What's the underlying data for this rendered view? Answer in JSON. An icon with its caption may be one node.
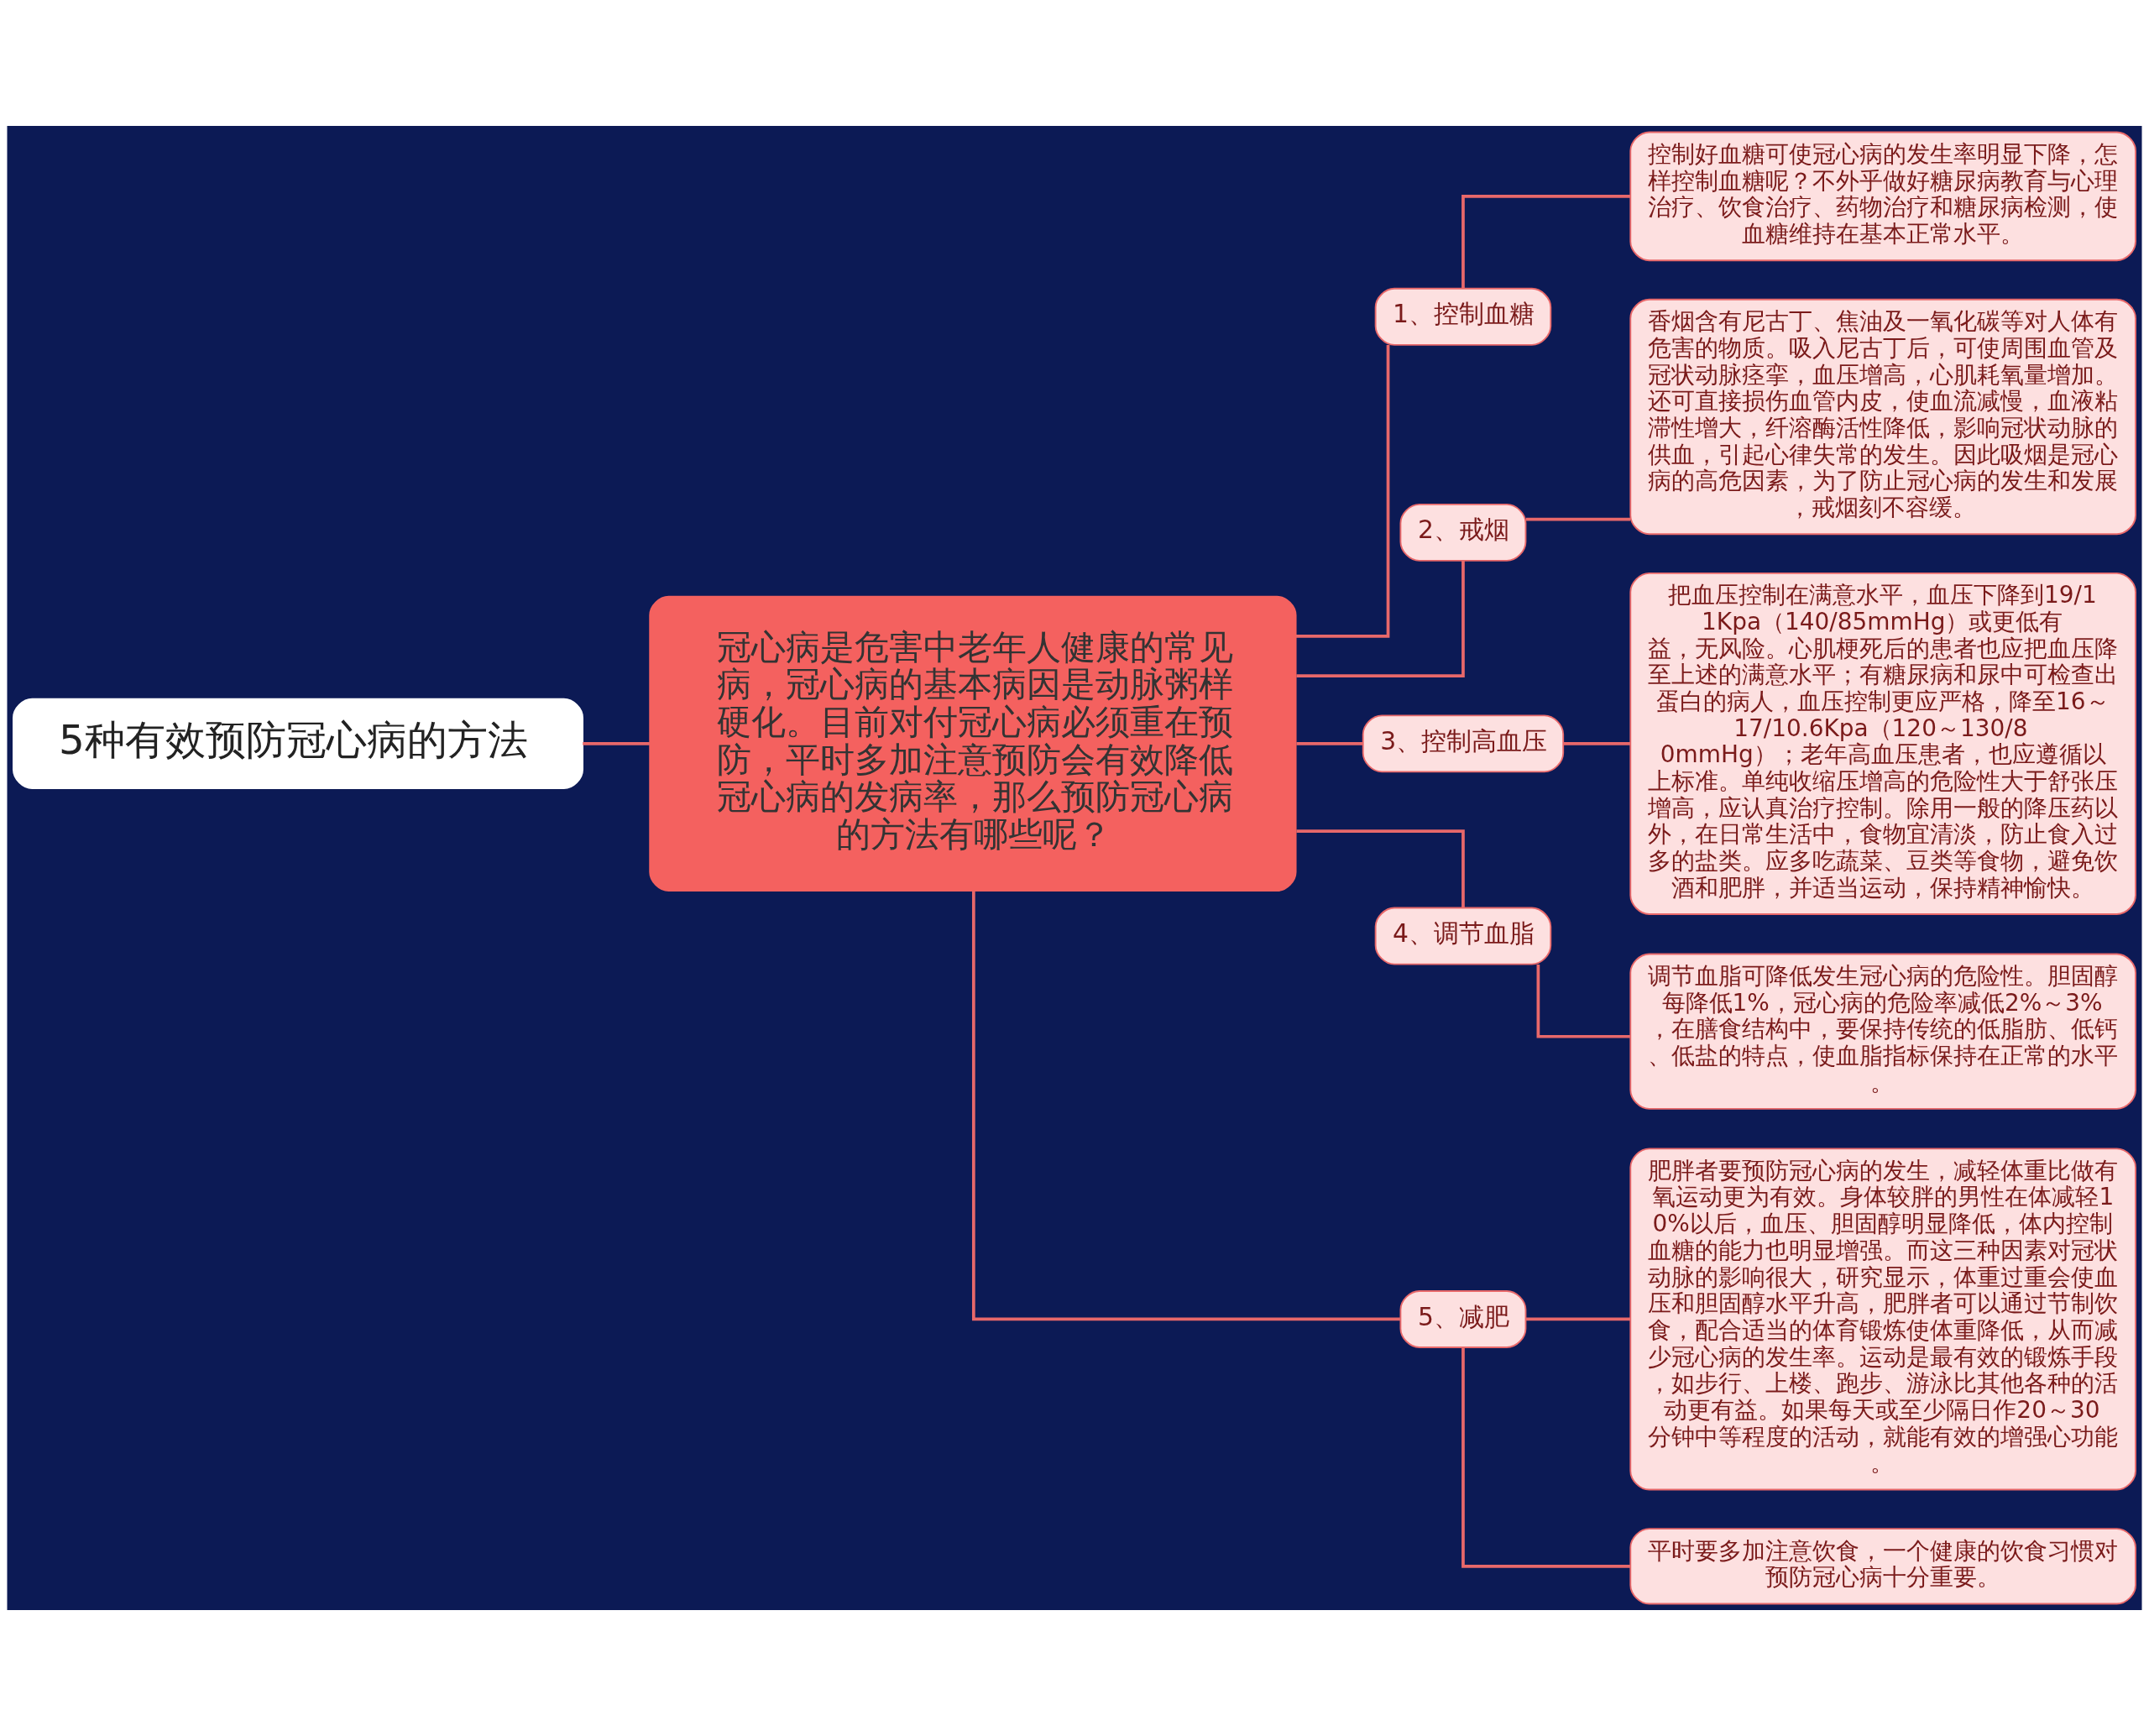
{
  "diagram": {
    "nodes": [
      {
        "text": [
          "5种有效预防冠心病的方法"
        ]
      },
      {
        "text": [
          "冠心病是危害中老年人健康的常见病，冠心病的基本病因是动脉粥样硬化。目前对付冠心病必须重在预防，平时多加注意预防会有效降低冠心病的发病率，那么预防冠心病的方法有哪些呢？"
        ]
      },
      {
        "text": [
          "1、控制血糖"
        ]
      },
      {
        "text": [
          "控制好血糖可使冠心病的发生率明显下降，怎样控制血糖呢？不外乎做好糖尿病教育与心理治疗、饮食治疗、药物治疗和糖尿病检测，使血糖维持在基本正常水平。"
        ]
      },
      {
        "text": [
          "2、戒烟"
        ]
      },
      {
        "text": [
          "香烟含有尼古丁、焦油及一氧化碳等对人体有危害的物质。吸入尼古丁后，可使周围血管及冠状动脉痉挛，血压增高，心肌耗氧量增加。还可直接损伤血管内皮，使血流减慢，血液粘滞性增大，纤溶酶活性降低，影响冠状动脉的供血，引起心律失常的发生。因此吸烟是冠心病的高危因素，为了防止冠心病的发生和发展，戒烟刻不容缓。"
        ]
      },
      {
        "text": [
          "3、控制高血压"
        ]
      },
      {
        "text": [
          "把血压控制在满意水平，血压下降到19/11Kpa（140/85mmHg）或更低有益，无风险。心肌梗死后的患者也应把血压降至上述的满意水平；有糖尿病和尿中可检查出蛋白的病人，血压控制更应严格，降至16～17/10.6Kpa（120～130/80mmHg）；老年高血压患者，也应遵循以上标准。单纯收缩压增高的危险性大于舒张压增高，应认真治疗控制。除用一般的降压药以外，在日常生活中，食物宜清淡，防止食入过多的盐类。应多吃蔬菜、豆类等食物，避免饮酒和肥胖，并适当运动，保持精神愉快。"
        ]
      },
      {
        "text": [
          "4、调节血脂"
        ]
      },
      {
        "text": [
          "调节血脂可降低发生冠心病的危险性。胆固醇每降低1%，冠心病的危险率减低2%～3%，在膳食结构中，要保持传统的低脂肪、低钙、低盐的特点，使血脂指标保持在正常的水平。"
        ]
      },
      {
        "text": [
          "5、减肥"
        ]
      },
      {
        "text": [
          "肥胖者要预防冠心病的发生，减轻体重比做有氧运动更为有效。身体较胖的男性在体减轻10%以后，血压、胆固醇明显降低，体内控制血糖的能力也明显增强。而这三种因素对冠状动脉的影响很大，研究显示，体重过重会使血压和胆固醇水平升高，肥胖者可以通过节制饮食，配合适当的体育锻炼使体重降低，从而减少冠心病的发生率。运动是最有效的锻炼手段，如步行、上楼、跑步、游泳比其他各种的活动更有益。如果每天或至少隔日作20～30分钟中等程度的活动，就能有效的增强心功能。"
        ]
      },
      {
        "text": [
          "平时要多加注意饮食，一个健康的饮食习惯对预防冠心病十分重要。"
        ]
      }
    ],
    "edges": [
      {
        "from": 0,
        "to": 1,
        "arrow": "none"
      },
      {
        "from": 1,
        "to": 2,
        "arrow": "none"
      },
      {
        "from": 2,
        "to": 3,
        "arrow": "none"
      },
      {
        "from": 1,
        "to": 4,
        "arrow": "none"
      },
      {
        "from": 4,
        "to": 5,
        "arrow": "none"
      },
      {
        "from": 1,
        "to": 6,
        "arrow": "none"
      },
      {
        "from": 6,
        "to": 7,
        "arrow": "none"
      },
      {
        "from": 1,
        "to": 8,
        "arrow": "none"
      },
      {
        "from": 8,
        "to": 9,
        "arrow": "none"
      },
      {
        "from": 1,
        "to": 10,
        "arrow": "none"
      },
      {
        "from": 10,
        "to": 11,
        "arrow": "none"
      },
      {
        "from": 10,
        "to": 12,
        "arrow": "none"
      }
    ]
  }
}
